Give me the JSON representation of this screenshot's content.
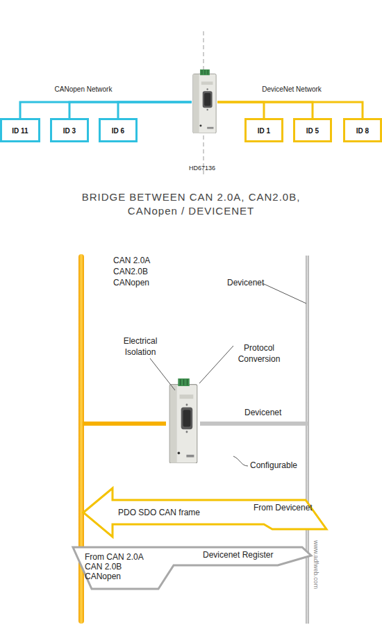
{
  "diagram": {
    "title": "BRIDGE BETWEEN CAN 2.0A, CAN2.0B, CANopen / DEVICENET",
    "nodes": [
      {
        "text": [
          "ID 11"
        ]
      },
      {
        "text": [
          "ID 3"
        ]
      },
      {
        "text": [
          "ID 6"
        ]
      },
      {
        "text": [
          "HD67136"
        ]
      },
      {
        "text": [
          "ID 1"
        ]
      },
      {
        "text": [
          "ID 5"
        ]
      },
      {
        "text": [
          "ID 8"
        ]
      },
      {
        "text": [
          "PDO SDO CAN frame",
          "From Devicenet"
        ]
      },
      {
        "text": [
          "From CAN 2.0A CAN 2.0B CANopen",
          "Devicenet Register"
        ]
      }
    ],
    "edges": [
      {
        "from": 3,
        "to": 0,
        "arrow": "none"
      },
      {
        "from": 3,
        "to": 1,
        "arrow": "none"
      },
      {
        "from": 3,
        "to": 2,
        "arrow": "none"
      },
      {
        "from": 3,
        "to": 4,
        "arrow": "none"
      },
      {
        "from": 3,
        "to": 5,
        "arrow": "none"
      },
      {
        "from": 3,
        "to": 6,
        "arrow": "none"
      }
    ],
    "labels": [
      "CANopen Network",
      "DeviceNet Network",
      "CAN 2.0A CAN2.0B CANopen",
      "Devicenet",
      "Electrical Isolation",
      "Protocol Conversion",
      "Devicenet",
      "Configurable",
      "www.adfweb.com"
    ]
  }
}
